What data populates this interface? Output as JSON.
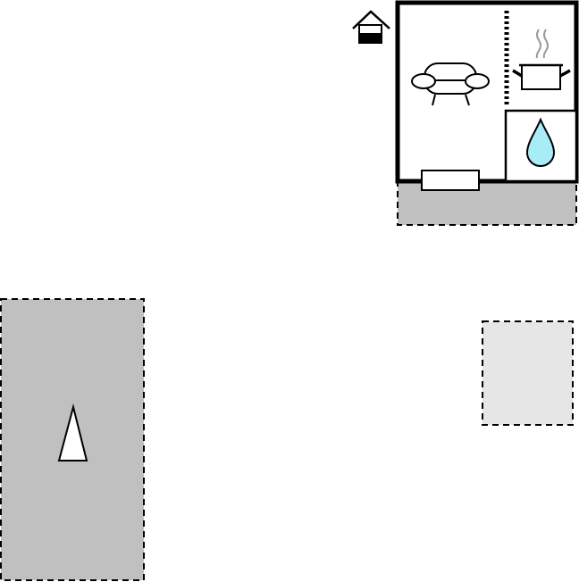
{
  "colors": {
    "background": "#ffffff",
    "outline": "#000000",
    "dark_zone": "#c0c0c0",
    "light_zone": "#e6e6e6",
    "water": "#a8ecf7",
    "steam": "#9a9a9a",
    "icon_fill": "#ffffff"
  },
  "icons": {
    "house": "house-icon",
    "sofa": "sofa-icon",
    "pot": "cooking-pot-icon",
    "steam": "steam-icon",
    "water_drop": "water-drop-icon",
    "cone": "cone-icon"
  },
  "zones": {
    "terrace": "dark",
    "large_area": "dark",
    "small_area": "light"
  }
}
